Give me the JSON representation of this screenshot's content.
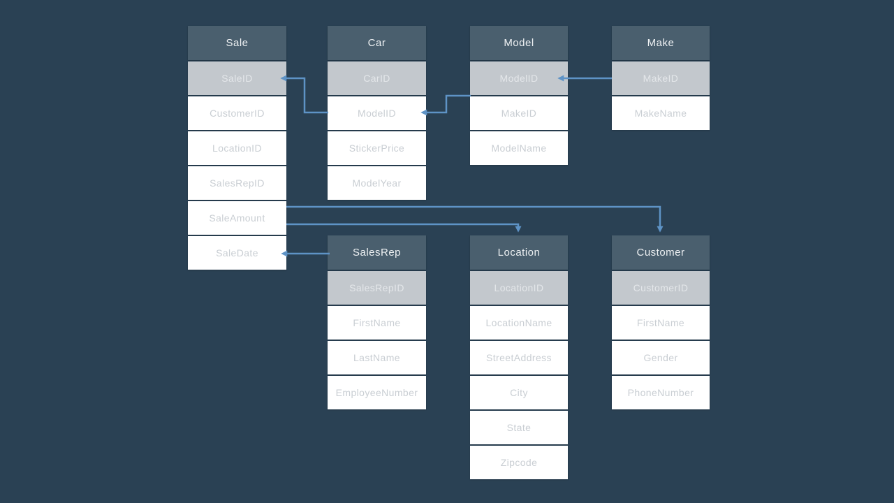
{
  "colors": {
    "background": "#2a4154",
    "table-header-bg": "#4a5f6e",
    "key-row-bg": "#c3c8cd",
    "row-bg": "#ffffff",
    "header-text": "#eef1f3",
    "key-row-text": "#e4e7ea",
    "row-text": "#c9ced3",
    "connector": "#5e93c6"
  },
  "tables": [
    {
      "name": "Sale",
      "fields": [
        "SaleID",
        "CustomerID",
        "LocationID",
        "SalesRepID",
        "SaleAmount",
        "SaleDate"
      ]
    },
    {
      "name": "Car",
      "fields": [
        "CarID",
        "ModelID",
        "StickerPrice",
        "ModelYear"
      ]
    },
    {
      "name": "Model",
      "fields": [
        "ModelID",
        "MakeID",
        "ModelName"
      ]
    },
    {
      "name": "Make",
      "fields": [
        "MakeID",
        "MakeName"
      ]
    },
    {
      "name": "SalesRep",
      "fields": [
        "SalesRepID",
        "FirstName",
        "LastName",
        "EmployeeNumber"
      ]
    },
    {
      "name": "Location",
      "fields": [
        "LocationID",
        "LocationName",
        "StreetAddress",
        "City",
        "State",
        "Zipcode"
      ]
    },
    {
      "name": "Customer",
      "fields": [
        "CustomerID",
        "FirstName",
        "Gender",
        "PhoneNumber"
      ]
    }
  ],
  "connectors": [
    {
      "name": "car-to-sale-saleid",
      "from": "Car.ModelID",
      "to": "Sale.SaleID"
    },
    {
      "name": "model-to-car-modelid",
      "from": "Model",
      "to": "Car.ModelID"
    },
    {
      "name": "make-makeid-to-model-modelid",
      "from": "Make.MakeID",
      "to": "Model.ModelID"
    },
    {
      "name": "sale-saleamount-to-customer",
      "from": "Sale.SaleAmount",
      "to": "Customer"
    },
    {
      "name": "sale-saleamount-to-location",
      "from": "Sale.SaleAmount",
      "to": "Location"
    },
    {
      "name": "salesrep-to-sale-saledate",
      "from": "SalesRep",
      "to": "Sale.SaleDate"
    }
  ]
}
